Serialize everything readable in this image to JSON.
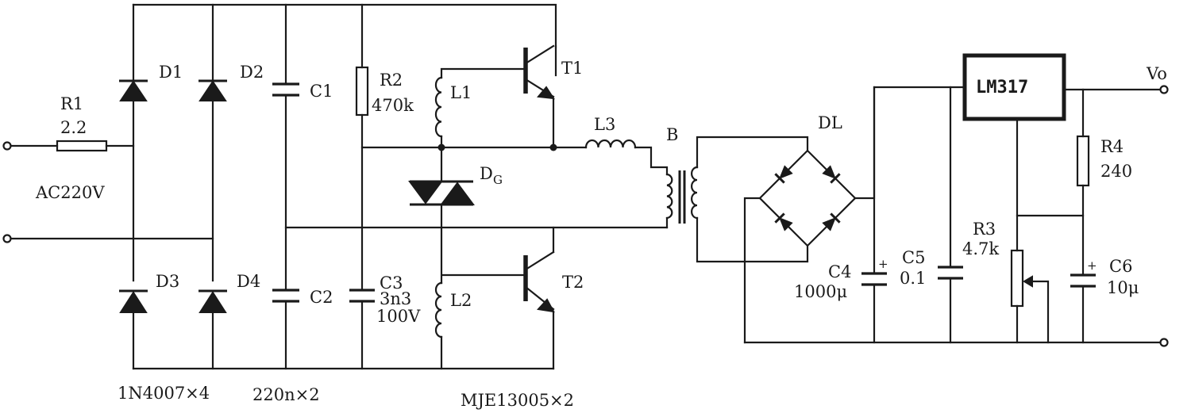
{
  "components": {
    "R1": {
      "name": "R1",
      "value": "2.2"
    },
    "R2": {
      "name": "R2",
      "value": "470k"
    },
    "R3": {
      "name": "R3",
      "value": "4.7k"
    },
    "R4": {
      "name": "R4",
      "value": "240"
    },
    "C1": {
      "name": "C1"
    },
    "C2": {
      "name": "C2"
    },
    "C3": {
      "name": "C3",
      "value": "3n3",
      "voltage": "100V"
    },
    "C4": {
      "name": "C4",
      "value": "1000μ"
    },
    "C5": {
      "name": "C5",
      "value": "0.1"
    },
    "C6": {
      "name": "C6",
      "value": "10μ"
    },
    "D1": {
      "name": "D1"
    },
    "D2": {
      "name": "D2"
    },
    "D3": {
      "name": "D3"
    },
    "D4": {
      "name": "D4"
    },
    "DG": {
      "name": "D",
      "sub": "G"
    },
    "L1": {
      "name": "L1"
    },
    "L2": {
      "name": "L2"
    },
    "L3": {
      "name": "L3"
    },
    "T1": {
      "name": "T1"
    },
    "T2": {
      "name": "T2"
    },
    "B": {
      "name": "B"
    },
    "DL": {
      "name": "DL"
    },
    "U1": {
      "name": "LM317"
    }
  },
  "terminals": {
    "input": "AC220V",
    "output": "Vo"
  },
  "notes": {
    "diodes": "1N4007×4",
    "caps": "220n×2",
    "transistors": "MJE13005×2"
  }
}
